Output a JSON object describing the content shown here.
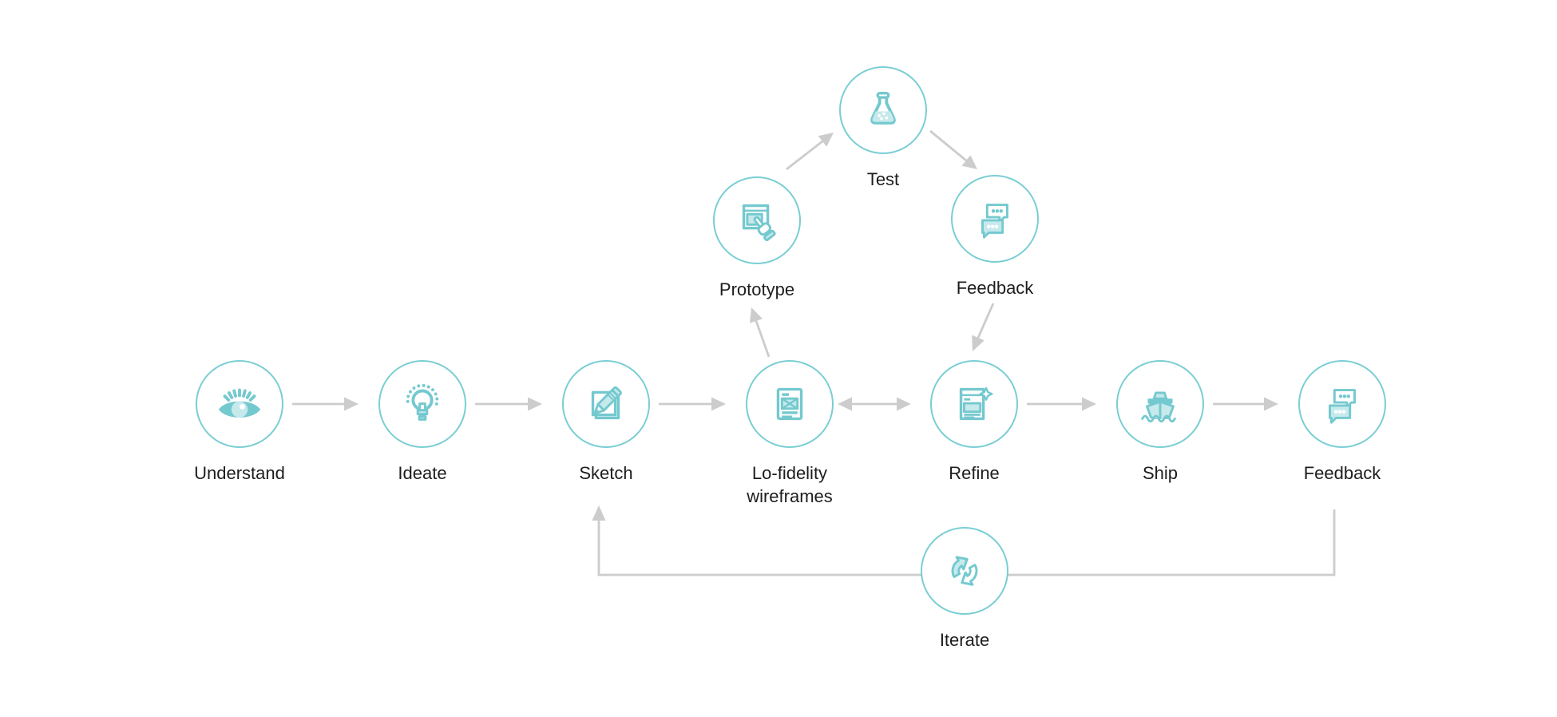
{
  "diagram": {
    "background": "#ffffff",
    "colors": {
      "accent": "#74c9cf",
      "accent_light": "#c6e9ec",
      "circle_border": "#79ced3",
      "arrow": "#cccccc",
      "text": "#1d1d1d"
    },
    "nodes": [
      {
        "id": "understand",
        "label": "Understand",
        "icon": "eye-icon"
      },
      {
        "id": "ideate",
        "label": "Ideate",
        "icon": "lightbulb-icon"
      },
      {
        "id": "sketch",
        "label": "Sketch",
        "icon": "pencil-square-icon"
      },
      {
        "id": "lo-fidelity-wireframes",
        "label": "Lo-fidelity\nwireframes",
        "icon": "wireframe-icon"
      },
      {
        "id": "refine",
        "label": "Refine",
        "icon": "document-sparkle-icon"
      },
      {
        "id": "ship",
        "label": "Ship",
        "icon": "ship-icon"
      },
      {
        "id": "feedback",
        "label": "Feedback",
        "icon": "speech-bubbles-icon"
      },
      {
        "id": "prototype",
        "label": "Prototype",
        "icon": "tap-screen-icon"
      },
      {
        "id": "test",
        "label": "Test",
        "icon": "flask-icon"
      },
      {
        "id": "feedback-top",
        "label": "Feedback",
        "icon": "speech-bubbles-icon"
      },
      {
        "id": "iterate",
        "label": "Iterate",
        "icon": "cycle-icon"
      }
    ],
    "connections": [
      {
        "from": "understand",
        "to": "ideate",
        "type": "arrow"
      },
      {
        "from": "ideate",
        "to": "sketch",
        "type": "arrow"
      },
      {
        "from": "sketch",
        "to": "lo-fidelity-wireframes",
        "type": "arrow"
      },
      {
        "from": "lo-fidelity-wireframes",
        "to": "refine",
        "type": "double-arrow"
      },
      {
        "from": "refine",
        "to": "ship",
        "type": "arrow"
      },
      {
        "from": "ship",
        "to": "feedback",
        "type": "arrow"
      },
      {
        "from": "lo-fidelity-wireframes",
        "to": "prototype",
        "type": "arrow"
      },
      {
        "from": "prototype",
        "to": "test",
        "type": "arrow"
      },
      {
        "from": "test",
        "to": "feedback-top",
        "type": "arrow"
      },
      {
        "from": "feedback-top",
        "to": "refine",
        "type": "arrow"
      },
      {
        "from": "feedback",
        "to": "sketch",
        "via": "iterate",
        "type": "elbow-arrow"
      }
    ]
  }
}
